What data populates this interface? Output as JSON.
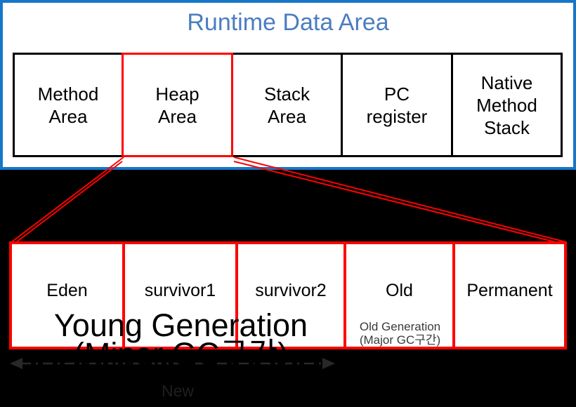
{
  "title": "Runtime Data Area",
  "runtime_area": {
    "boxes": [
      {
        "label": "Method\nArea"
      },
      {
        "label": "Heap\nArea"
      },
      {
        "label": "Stack\nArea"
      },
      {
        "label": "PC\nregister"
      },
      {
        "label": "Native\nMethod\nStack"
      }
    ]
  },
  "heap_detail": {
    "cells": [
      "Eden",
      "survivor1",
      "survivor2",
      "Old",
      "Permanent"
    ],
    "young_generation": {
      "line1": "Young Generation",
      "line2": "(Minor GC구간)"
    },
    "old_generation": {
      "line1": "Old Generation",
      "line2": "(Major GC구간)"
    },
    "arrow_label": "New"
  },
  "colors": {
    "panel_border": "#1677c8",
    "title_text": "#4b7dc0",
    "highlight_red": "#ff0000",
    "box_border": "#000000",
    "old_gen_subtext": "#3b3b3b",
    "arrow": "#282828",
    "arrow_label_text": "#1f1f1f",
    "background": "#000000"
  }
}
